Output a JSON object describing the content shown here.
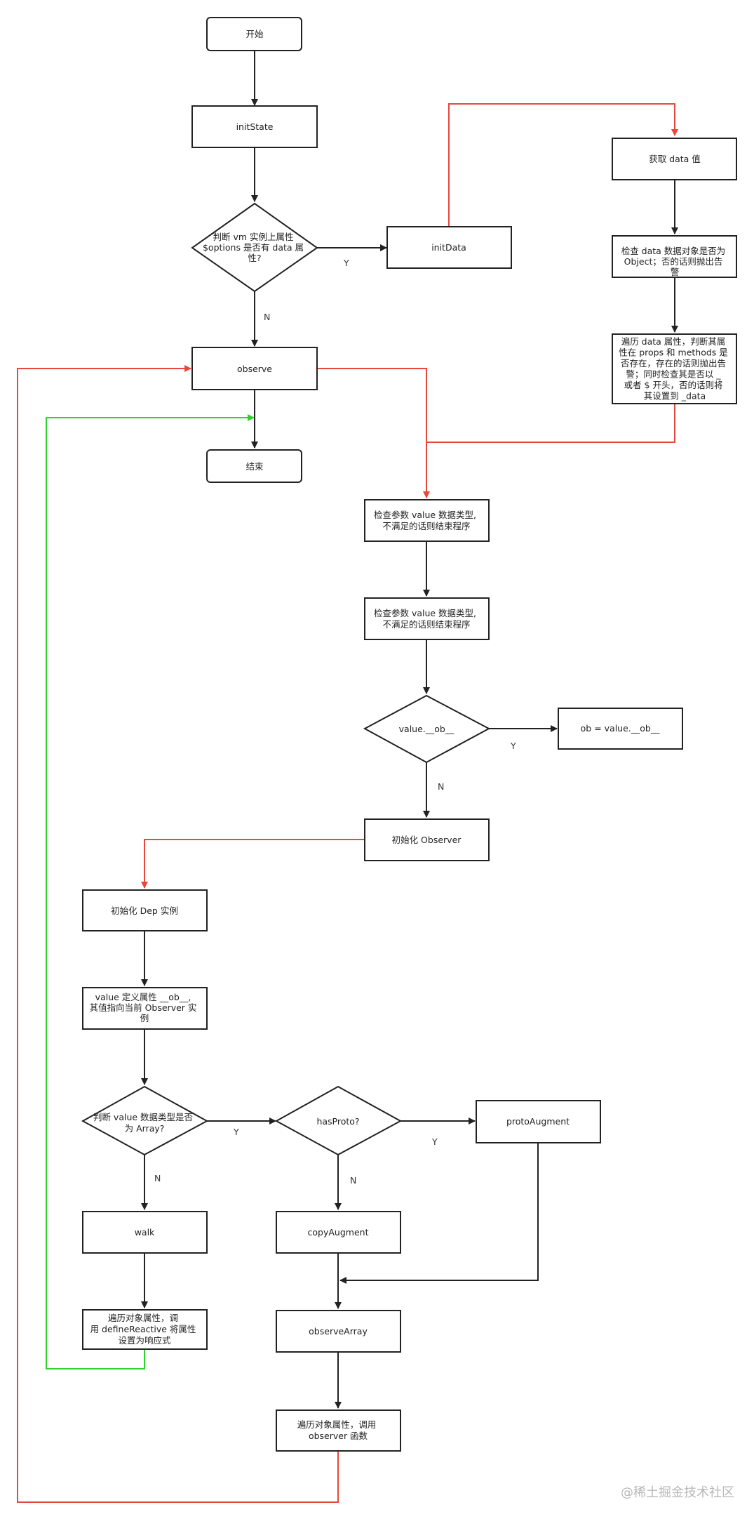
{
  "nodes": {
    "start": "开始",
    "initState": "initState",
    "hasData": [
      "判断 vm 实例上属性",
      "$options 是否有 data 属",
      "性?"
    ],
    "initData": "initData",
    "getData": "获取 data 值",
    "checkObject": [
      "检查 data 数据对象是否为",
      "Object；否的话则抛出告",
      "警"
    ],
    "traverseData": [
      "遍历 data 属性，判断其属",
      "性在 props 和 methods 是",
      "否存在，存在的话则抛出告",
      "警；同时检查其是否以 _",
      "或者 $ 开头，否的话则将",
      "其设置到 _data"
    ],
    "observe": "observe",
    "end": "结束",
    "checkParam1": [
      "检查参数 value 数据类型,",
      "不满足的话则结束程序"
    ],
    "checkParam2": [
      "检查参数 value 数据类型,",
      "不满足的话则结束程序"
    ],
    "hasOb": "value.__ob__",
    "obAssign": "ob = value.__ob__",
    "initObserver": "初始化 Observer",
    "initDep": "初始化 Dep 实例",
    "defineOb": [
      "value 定义属性 __ob__,",
      "其值指向当前 Observer 实",
      "例"
    ],
    "isArray": [
      "判断 value 数据类型是否",
      "为 Array?"
    ],
    "hasProto": "hasProto?",
    "protoAugment": "protoAugment",
    "walk": "walk",
    "copyAugment": "copyAugment",
    "defineReactive": [
      "遍历对象属性，调",
      "用 defineReactive 将属性",
      "设置为响应式"
    ],
    "observeArray": "observeArray",
    "callObserve": [
      "遍历对象属性，调用",
      "observer 函数"
    ]
  },
  "edge_labels": {
    "hasData_yes": "Y",
    "hasData_no": "N",
    "hasOb_yes": "Y",
    "hasOb_no": "N",
    "isArray_yes": "Y",
    "isArray_no": "N",
    "hasProto_yes": "Y",
    "hasProto_no": "N"
  },
  "colors": {
    "stroke": "#222222",
    "red": "#e8473c",
    "green": "#2fd12f"
  },
  "watermark": "@稀土掘金技术社区"
}
